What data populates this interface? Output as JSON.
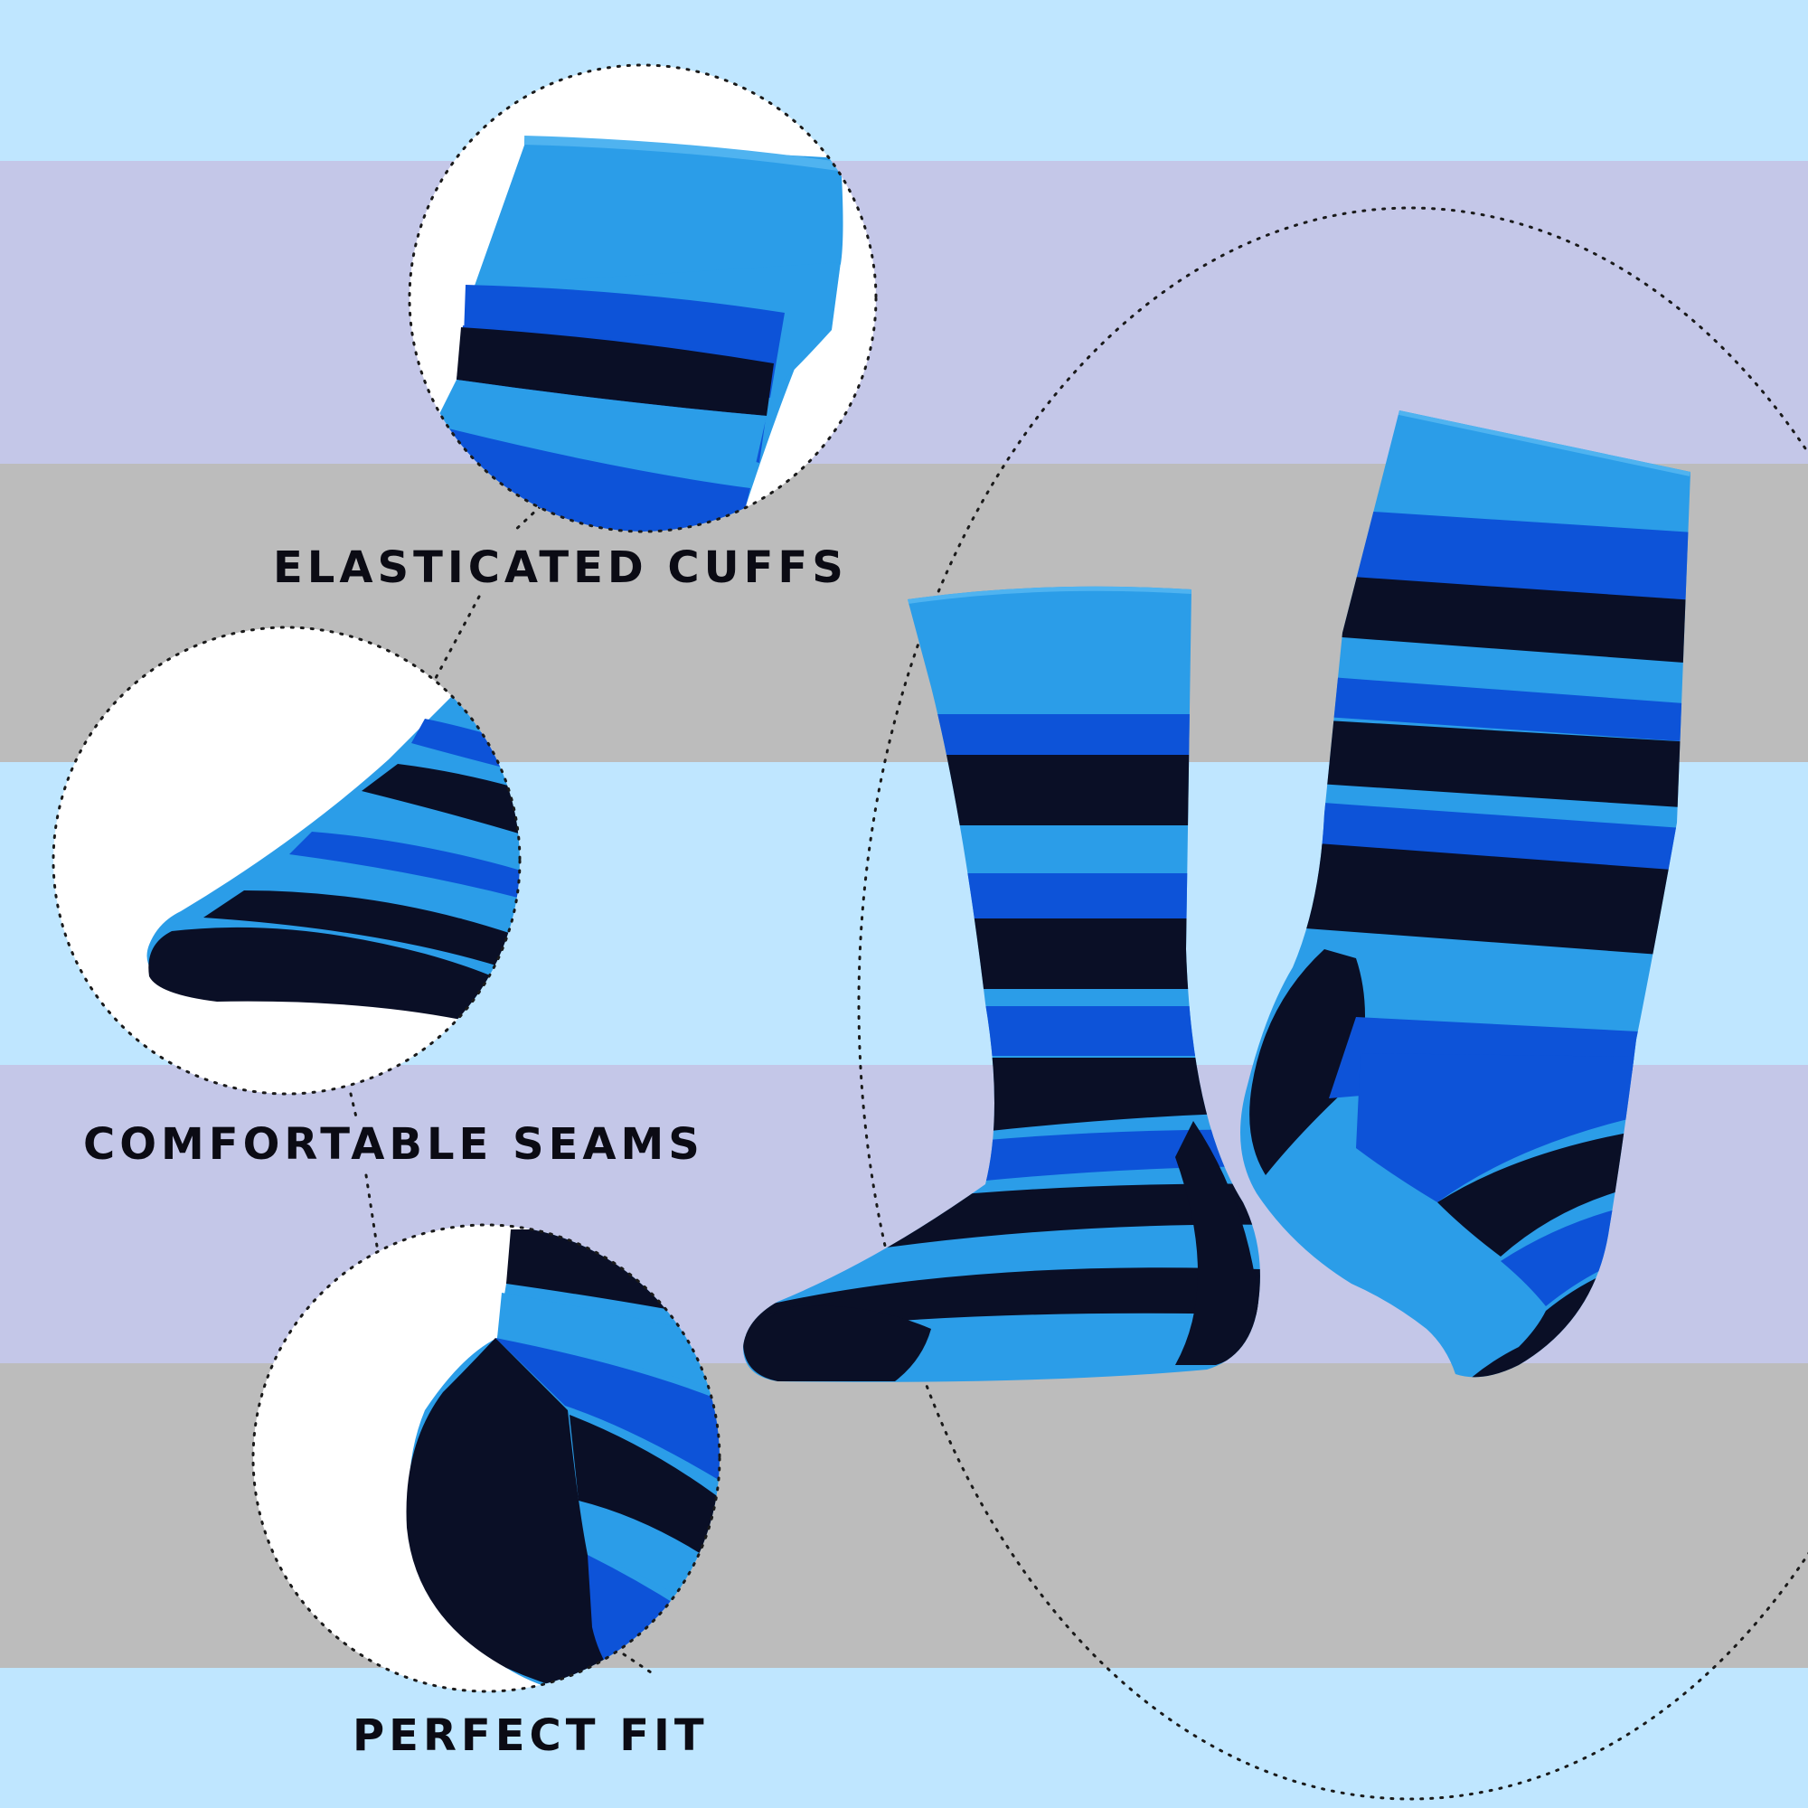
{
  "features": [
    {
      "label": "ELASTICATED CUFFS"
    },
    {
      "label": "COMFORTABLE SEAMS"
    },
    {
      "label": "PERFECT FIT"
    }
  ],
  "colors": {
    "band_light_blue": "#bfe6ff",
    "band_lavender": "#c4c7e8",
    "band_gray": "#bcbcbc",
    "stripe_sky": "#2b9de8",
    "stripe_royal": "#0d53d8",
    "stripe_navy": "#0a0f26",
    "text": "#0b0b14"
  }
}
